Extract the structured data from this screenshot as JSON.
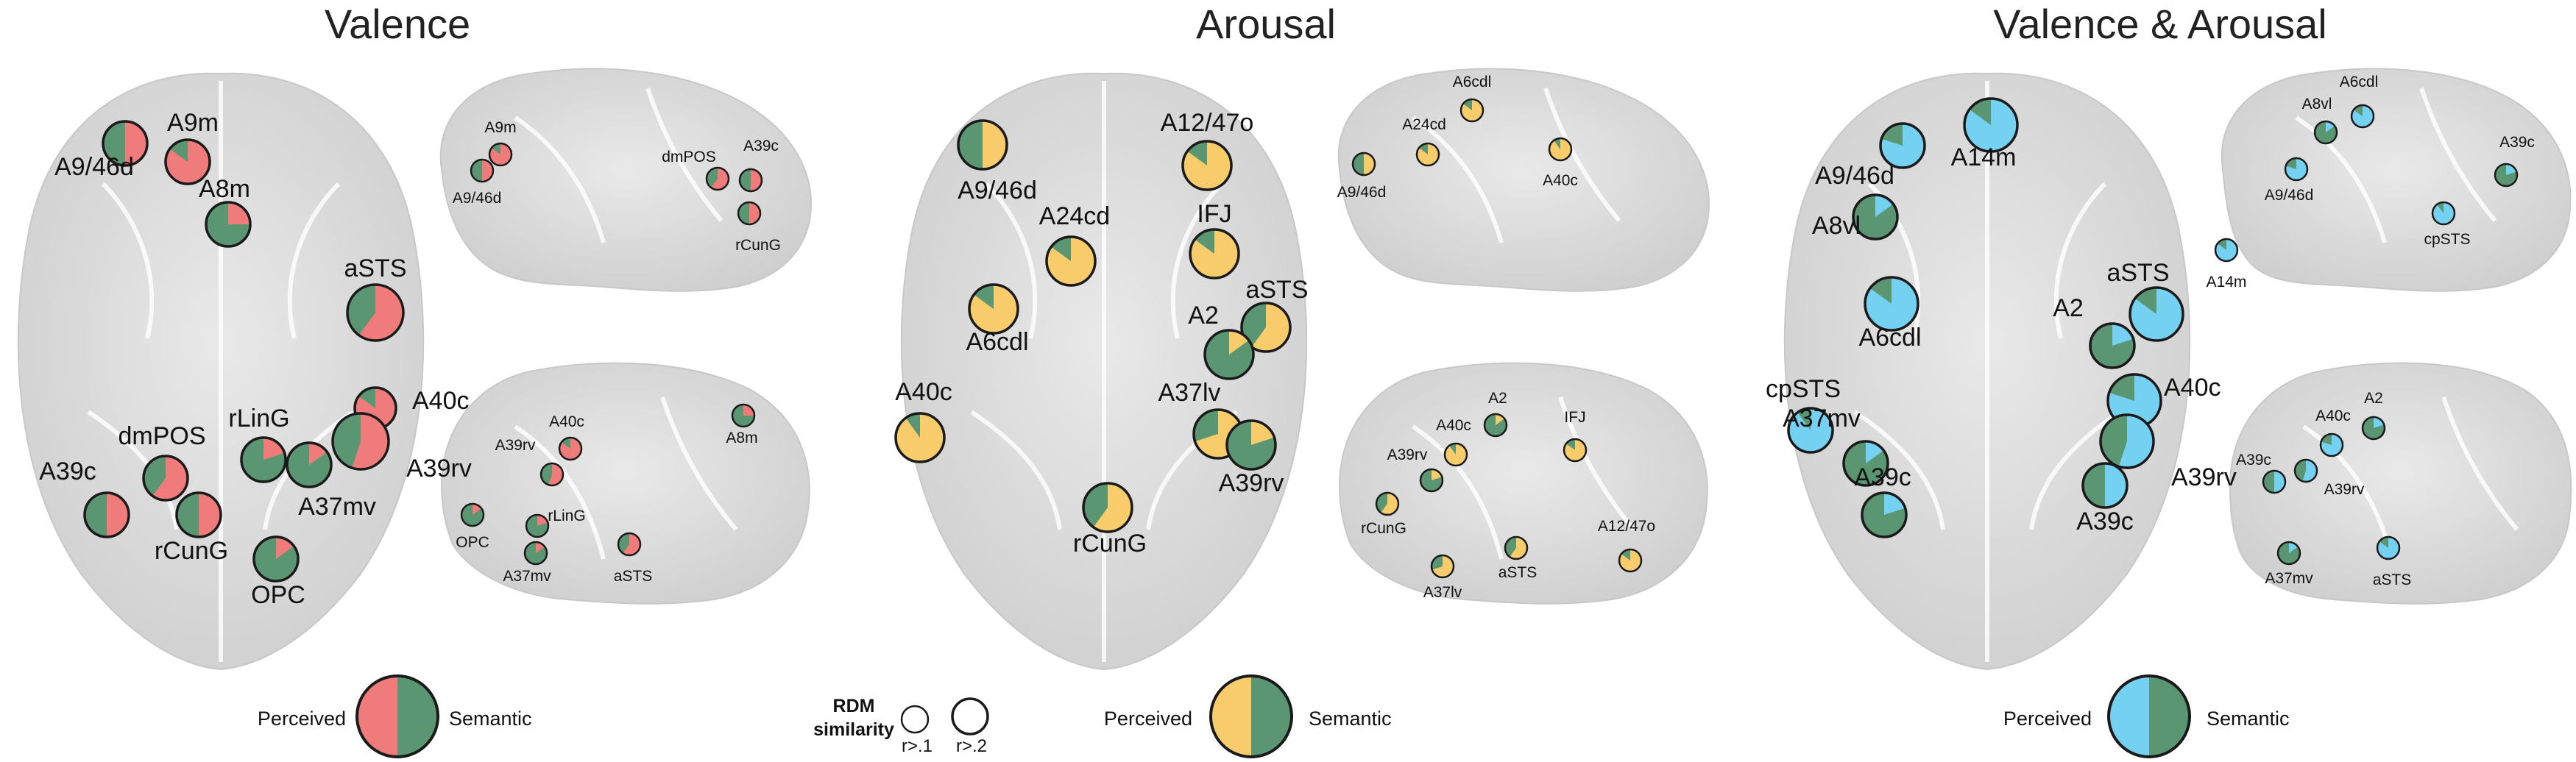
{
  "colors": {
    "semantic": "#5b9672",
    "valence": "#ef7b7b",
    "arousal": "#f8cc6a",
    "valence_arousal": "#74d1f2",
    "ring": "#1a1a1a"
  },
  "panels": [
    {
      "id": "valence",
      "title": "Valence",
      "perceived_color": "#ef7b7b",
      "legend": {
        "perceived": "Perceived",
        "semantic": "Semantic"
      },
      "views": [
        {
          "view": "axial",
          "regions": [
            {
              "label": "A9/46d",
              "perceived": 0.5,
              "r": 2
            },
            {
              "label": "A9m",
              "perceived": 0.85,
              "r": 2
            },
            {
              "label": "A8m",
              "perceived": 0.25,
              "r": 2
            },
            {
              "label": "aSTS",
              "perceived": 0.6,
              "r": 2
            },
            {
              "label": "A40c",
              "perceived": 0.85,
              "r": 2
            },
            {
              "label": "A39rv",
              "perceived": 0.55,
              "r": 2
            },
            {
              "label": "dmPOS",
              "perceived": 0.6,
              "r": 2
            },
            {
              "label": "rLinG",
              "perceived": 0.2,
              "r": 2
            },
            {
              "label": "A37mv",
              "perceived": 0.15,
              "r": 2
            },
            {
              "label": "A39c",
              "perceived": 0.5,
              "r": 2
            },
            {
              "label": "rCunG",
              "perceived": 0.5,
              "r": 2
            },
            {
              "label": "OPC",
              "perceived": 0.15,
              "r": 2
            }
          ]
        },
        {
          "view": "lateral-top",
          "regions": [
            {
              "label": "A9m",
              "perceived": 0.85,
              "r": 1
            },
            {
              "label": "A9/46d",
              "perceived": 0.5,
              "r": 1
            },
            {
              "label": "dmPOS",
              "perceived": 0.6,
              "r": 1
            },
            {
              "label": "A39c",
              "perceived": 0.5,
              "r": 1
            },
            {
              "label": "rCunG",
              "perceived": 0.5,
              "r": 1
            }
          ]
        },
        {
          "view": "lateral-bottom",
          "regions": [
            {
              "label": "A40c",
              "perceived": 0.85,
              "r": 1
            },
            {
              "label": "A39rv",
              "perceived": 0.55,
              "r": 1
            },
            {
              "label": "A8m",
              "perceived": 0.25,
              "r": 1
            },
            {
              "label": "OPC",
              "perceived": 0.15,
              "r": 1
            },
            {
              "label": "rLinG",
              "perceived": 0.2,
              "r": 1
            },
            {
              "label": "A37mv",
              "perceived": 0.15,
              "r": 1
            },
            {
              "label": "aSTS",
              "perceived": 0.6,
              "r": 1
            }
          ]
        }
      ]
    },
    {
      "id": "arousal",
      "title": "Arousal",
      "perceived_color": "#f8cc6a",
      "legend": {
        "perceived": "Perceived",
        "semantic": "Semantic"
      },
      "views": [
        {
          "view": "axial",
          "regions": [
            {
              "label": "A9/46d",
              "perceived": 0.5,
              "r": 2
            },
            {
              "label": "A12/47o",
              "perceived": 0.85,
              "r": 2
            },
            {
              "label": "A24cd",
              "perceived": 0.85,
              "r": 2
            },
            {
              "label": "IFJ",
              "perceived": 0.85,
              "r": 2
            },
            {
              "label": "A6cdl",
              "perceived": 0.85,
              "r": 2
            },
            {
              "label": "aSTS",
              "perceived": 0.6,
              "r": 2
            },
            {
              "label": "A2",
              "perceived": 0.15,
              "r": 2
            },
            {
              "label": "A40c",
              "perceived": 0.9,
              "r": 2
            },
            {
              "label": "A37lv",
              "perceived": 0.7,
              "r": 2
            },
            {
              "label": "A39rv",
              "perceived": 0.2,
              "r": 2
            },
            {
              "label": "rCunG",
              "perceived": 0.6,
              "r": 2
            }
          ]
        },
        {
          "view": "lateral-top",
          "regions": [
            {
              "label": "A6cdl",
              "perceived": 0.85,
              "r": 1
            },
            {
              "label": "A24cd",
              "perceived": 0.85,
              "r": 1
            },
            {
              "label": "A9/46d",
              "perceived": 0.5,
              "r": 1
            },
            {
              "label": "A40c",
              "perceived": 0.9,
              "r": 1
            }
          ]
        },
        {
          "view": "lateral-bottom",
          "regions": [
            {
              "label": "A2",
              "perceived": 0.15,
              "r": 1
            },
            {
              "label": "A40c",
              "perceived": 0.9,
              "r": 1
            },
            {
              "label": "IFJ",
              "perceived": 0.85,
              "r": 1
            },
            {
              "label": "A39rv",
              "perceived": 0.2,
              "r": 1
            },
            {
              "label": "rCunG",
              "perceived": 0.6,
              "r": 1
            },
            {
              "label": "aSTS",
              "perceived": 0.6,
              "r": 1
            },
            {
              "label": "A12/47o",
              "perceived": 0.85,
              "r": 1
            },
            {
              "label": "A37lv",
              "perceived": 0.7,
              "r": 1
            }
          ]
        }
      ]
    },
    {
      "id": "valence-arousal",
      "title": "Valence & Arousal",
      "perceived_color": "#74d1f2",
      "legend": {
        "perceived": "Perceived",
        "semantic": "Semantic"
      },
      "views": [
        {
          "view": "axial",
          "regions": [
            {
              "label": "A14m",
              "perceived": 0.85,
              "r": 2
            },
            {
              "label": "A9/46d",
              "perceived": 0.8,
              "r": 2
            },
            {
              "label": "A8vl",
              "perceived": 0.15,
              "r": 2
            },
            {
              "label": "aSTS",
              "perceived": 0.85,
              "r": 2
            },
            {
              "label": "A6cdl",
              "perceived": 0.85,
              "r": 2
            },
            {
              "label": "A2",
              "perceived": 0.2,
              "r": 2
            },
            {
              "label": "A40c",
              "perceived": 0.8,
              "r": 2
            },
            {
              "label": "cpSTS",
              "perceived": 0.9,
              "r": 2
            },
            {
              "label": "A37mv",
              "perceived": 0.15,
              "r": 2
            },
            {
              "label": "A39rv",
              "perceived": 0.55,
              "r": 2
            },
            {
              "label": "A39c",
              "perceived": 0.2,
              "r": 2
            },
            {
              "label": "A39c",
              "perceived": 0.5,
              "r": 2
            }
          ]
        },
        {
          "view": "lateral-top",
          "regions": [
            {
              "label": "A6cdl",
              "perceived": 0.85,
              "r": 1
            },
            {
              "label": "A8vl",
              "perceived": 0.15,
              "r": 1
            },
            {
              "label": "A39c",
              "perceived": 0.2,
              "r": 1
            },
            {
              "label": "A9/46d",
              "perceived": 0.8,
              "r": 1
            },
            {
              "label": "cpSTS",
              "perceived": 0.9,
              "r": 1
            },
            {
              "label": "A14m",
              "perceived": 0.85,
              "r": 1
            }
          ]
        },
        {
          "view": "lateral-bottom",
          "regions": [
            {
              "label": "A40c",
              "perceived": 0.8,
              "r": 1
            },
            {
              "label": "A2",
              "perceived": 0.2,
              "r": 1
            },
            {
              "label": "A39c",
              "perceived": 0.5,
              "r": 1
            },
            {
              "label": "A39rv",
              "perceived": 0.55,
              "r": 1
            },
            {
              "label": "A37mv",
              "perceived": 0.15,
              "r": 1
            },
            {
              "label": "aSTS",
              "perceived": 0.85,
              "r": 1
            }
          ]
        }
      ]
    }
  ],
  "rdm_legend": {
    "title_line1": "RDM",
    "title_line2": "similarity",
    "small_label": "r>.1",
    "large_label": "r>.2"
  }
}
